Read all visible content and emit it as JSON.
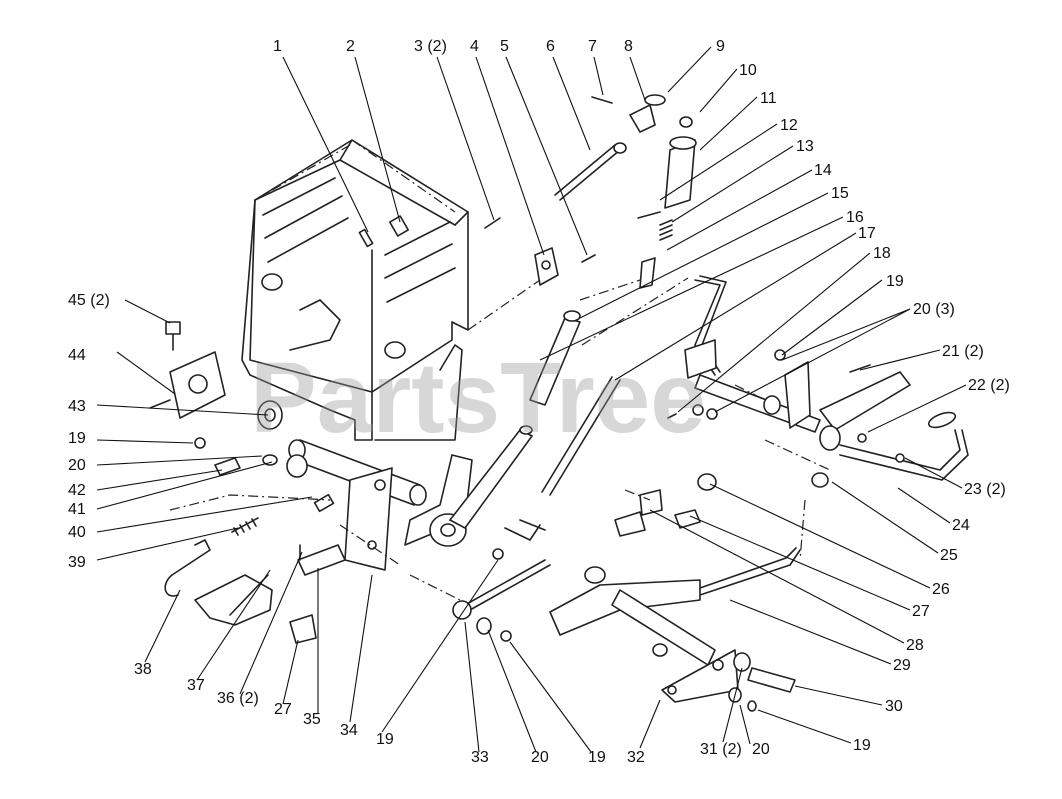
{
  "watermark": "PartsTree",
  "callouts": [
    {
      "id": "c1",
      "text": "1"
    },
    {
      "id": "c2",
      "text": "2"
    },
    {
      "id": "c3",
      "text": "3 (2)"
    },
    {
      "id": "c4",
      "text": "4"
    },
    {
      "id": "c5",
      "text": "5"
    },
    {
      "id": "c6",
      "text": "6"
    },
    {
      "id": "c7",
      "text": "7"
    },
    {
      "id": "c8",
      "text": "8"
    },
    {
      "id": "c9",
      "text": "9"
    },
    {
      "id": "c10",
      "text": "10"
    },
    {
      "id": "c11",
      "text": "11"
    },
    {
      "id": "c12",
      "text": "12"
    },
    {
      "id": "c13",
      "text": "13"
    },
    {
      "id": "c14",
      "text": "14"
    },
    {
      "id": "c15",
      "text": "15"
    },
    {
      "id": "c16",
      "text": "16"
    },
    {
      "id": "c17",
      "text": "17"
    },
    {
      "id": "c18",
      "text": "18"
    },
    {
      "id": "c19a",
      "text": "19"
    },
    {
      "id": "c20a",
      "text": "20 (3)"
    },
    {
      "id": "c21",
      "text": "21 (2)"
    },
    {
      "id": "c22",
      "text": "22 (2)"
    },
    {
      "id": "c23",
      "text": "23 (2)"
    },
    {
      "id": "c24",
      "text": "24"
    },
    {
      "id": "c25",
      "text": "25"
    },
    {
      "id": "c26",
      "text": "26"
    },
    {
      "id": "c27a",
      "text": "27"
    },
    {
      "id": "c28",
      "text": "28"
    },
    {
      "id": "c29",
      "text": "29"
    },
    {
      "id": "c30",
      "text": "30"
    },
    {
      "id": "c19b",
      "text": "19"
    },
    {
      "id": "c20b",
      "text": "20"
    },
    {
      "id": "c31",
      "text": "31 (2)"
    },
    {
      "id": "c32",
      "text": "32"
    },
    {
      "id": "c19c",
      "text": "19"
    },
    {
      "id": "c20c",
      "text": "20"
    },
    {
      "id": "c33",
      "text": "33"
    },
    {
      "id": "c19d",
      "text": "19"
    },
    {
      "id": "c34",
      "text": "34"
    },
    {
      "id": "c35",
      "text": "35"
    },
    {
      "id": "c27b",
      "text": "27"
    },
    {
      "id": "c36",
      "text": "36 (2)"
    },
    {
      "id": "c37",
      "text": "37"
    },
    {
      "id": "c38",
      "text": "38"
    },
    {
      "id": "c39",
      "text": "39"
    },
    {
      "id": "c40",
      "text": "40"
    },
    {
      "id": "c41",
      "text": "41"
    },
    {
      "id": "c42",
      "text": "42"
    },
    {
      "id": "c20d",
      "text": "20"
    },
    {
      "id": "c19e",
      "text": "19"
    },
    {
      "id": "c43",
      "text": "43"
    },
    {
      "id": "c44",
      "text": "44"
    },
    {
      "id": "c45",
      "text": "45 (2)"
    }
  ]
}
